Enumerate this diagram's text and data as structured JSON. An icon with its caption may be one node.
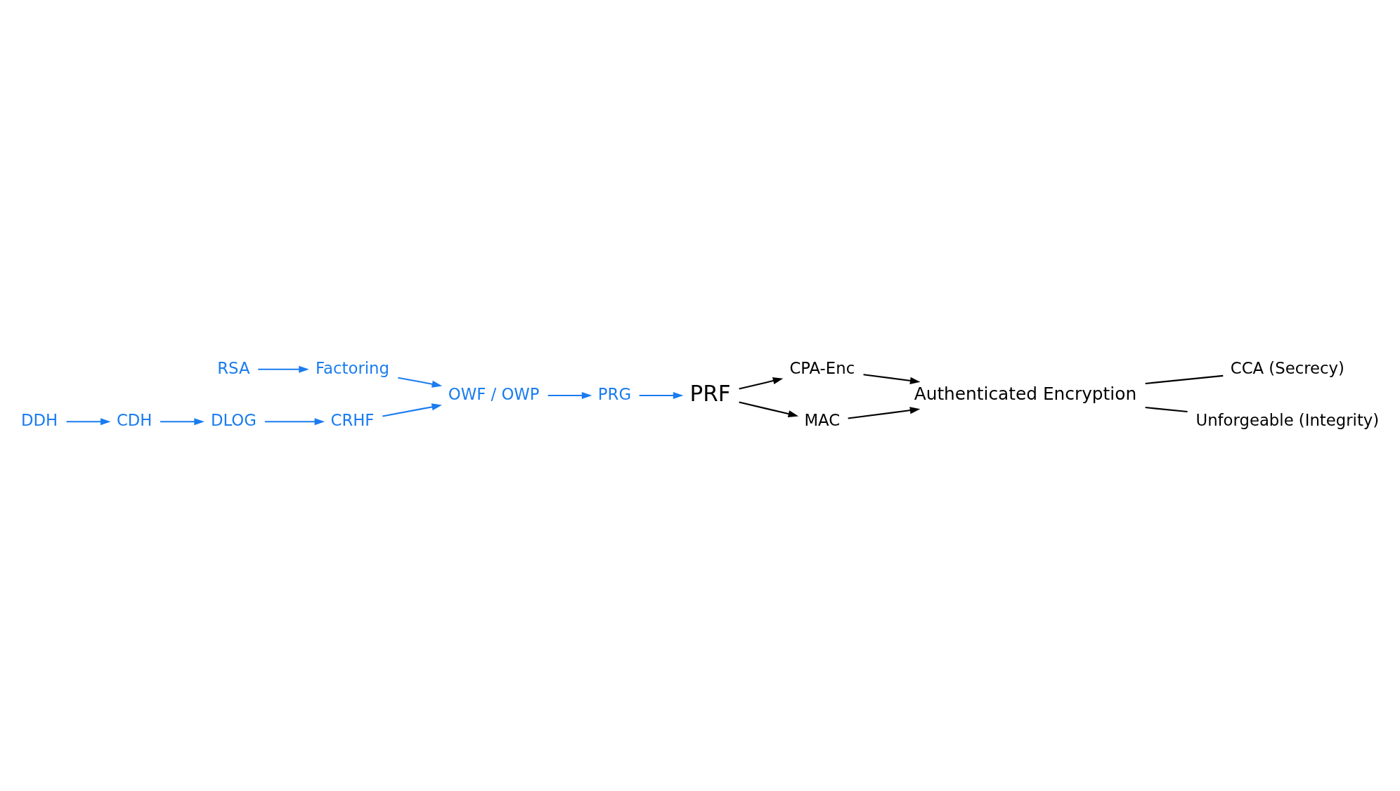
{
  "diagram": {
    "nodes": [
      {
        "text": [
          "CPA-Enc"
        ]
      },
      {
        "text": [
          "PRF"
        ]
      },
      {
        "text": [
          "Authenticated Encryption"
        ]
      },
      {
        "text": [
          "CCA (Secrecy)"
        ]
      },
      {
        "text": [
          "MAC"
        ]
      },
      {
        "text": [
          "Unforgeable (Integrity)"
        ]
      },
      {
        "text": [
          "PRG"
        ]
      },
      {
        "text": [
          "OWF / OWP"
        ]
      },
      {
        "text": [
          "Factoring"
        ]
      },
      {
        "text": [
          "CRHF"
        ]
      },
      {
        "text": [
          "RSA"
        ]
      },
      {
        "text": [
          "DLOG"
        ]
      },
      {
        "text": [
          "CDH"
        ]
      },
      {
        "text": [
          "DDH"
        ]
      }
    ],
    "edges": [
      {
        "from": 1,
        "to": 0,
        "arrow": "to",
        "color": "#000000"
      },
      {
        "from": 1,
        "to": 4,
        "arrow": "to",
        "color": "#000000"
      },
      {
        "from": 0,
        "to": 2,
        "arrow": "to",
        "color": "#000000"
      },
      {
        "from": 4,
        "to": 2,
        "arrow": "to",
        "color": "#000000"
      },
      {
        "from": 2,
        "to": 3,
        "arrow": "none",
        "color": "#000000"
      },
      {
        "from": 2,
        "to": 5,
        "arrow": "none",
        "color": "#000000"
      },
      {
        "from": 6,
        "to": 1,
        "arrow": "to"
      },
      {
        "from": 7,
        "to": 6,
        "arrow": "to"
      },
      {
        "from": 8,
        "to": 7,
        "arrow": "to"
      },
      {
        "from": 9,
        "to": 7,
        "arrow": "to"
      },
      {
        "from": 10,
        "to": 8,
        "arrow": "to"
      },
      {
        "from": 11,
        "to": 9,
        "arrow": "to"
      },
      {
        "from": 12,
        "to": 11,
        "arrow": "to"
      },
      {
        "from": 13,
        "to": 12,
        "arrow": "to"
      }
    ]
  }
}
